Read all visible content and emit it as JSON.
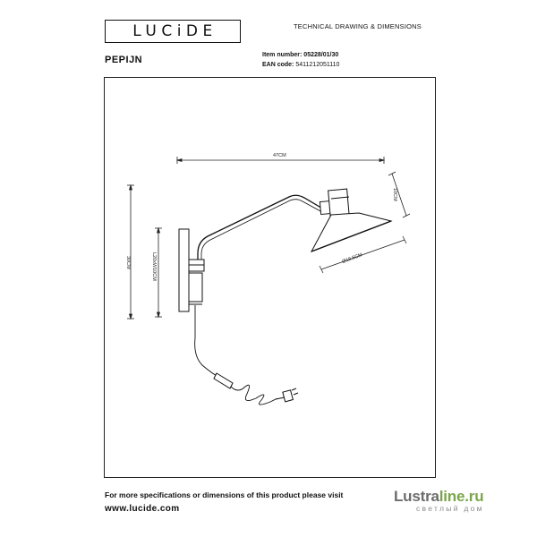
{
  "header": {
    "logo_text": "LUCiDE",
    "doc_type": "TECHNICAL DRAWING & DIMENSIONS"
  },
  "product": {
    "name": "PEPIJN",
    "item_number_label": "Item number:",
    "item_number": "05228/01/30",
    "ean_label": "EAN code:",
    "ean": "5411212051110"
  },
  "drawing": {
    "dim_width": "47CM",
    "dim_shade_height": "10CM",
    "dim_shade_diameter": "Ø18.5CM",
    "dim_total_height": "30CM",
    "dim_plate": "L20xW10CM"
  },
  "footer": {
    "line1": "For more specifications or dimensions of this product please visit",
    "url": "www.lucide.com"
  },
  "watermark": {
    "brand_part1": "Lustra",
    "brand_part2": "line.ru",
    "subtitle": "светлый дом"
  },
  "colors": {
    "ink": "#111111",
    "watermark_gray": "#6c6c6c",
    "watermark_green": "#7aa64a"
  }
}
